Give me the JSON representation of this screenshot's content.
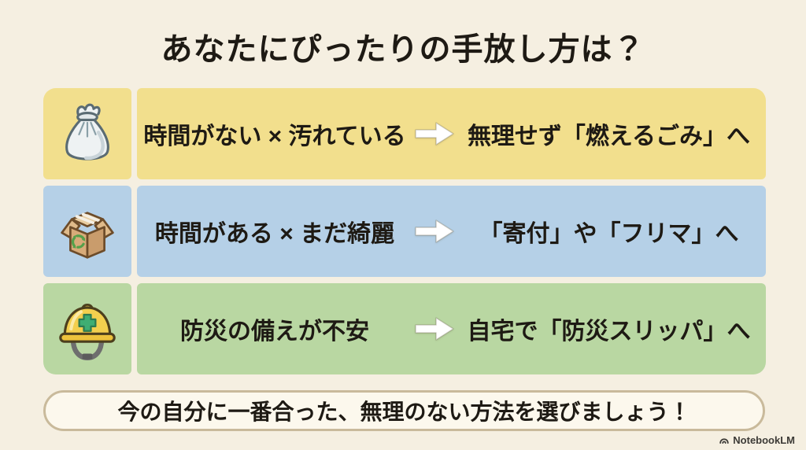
{
  "title": "あなたにぴったりの手放し方は？",
  "rows": [
    {
      "icon": "trash-bag-icon",
      "condition": "時間がない × 汚れている",
      "result": "無理せず「燃えるごみ」へ",
      "color": "#f2df8d"
    },
    {
      "icon": "cardboard-box-icon",
      "condition": "時間がある × まだ綺麗",
      "result": "「寄付」や「フリマ」へ",
      "color": "#b5d0e7"
    },
    {
      "icon": "safety-helmet-icon",
      "condition": "防災の備えが不安",
      "result": "自宅で「防災スリッパ」へ",
      "color": "#b9d7a2"
    }
  ],
  "note": "今の自分に一番合った、無理のない方法を選びましょう！",
  "watermark": "NotebookLM",
  "colors": {
    "background": "#f5efe1",
    "text": "#1e1a14",
    "note_background": "#fcf8ed",
    "note_border": "#c9ba9b",
    "arrow": "#ffffff",
    "arrow_icon": "white-right-arrow"
  }
}
